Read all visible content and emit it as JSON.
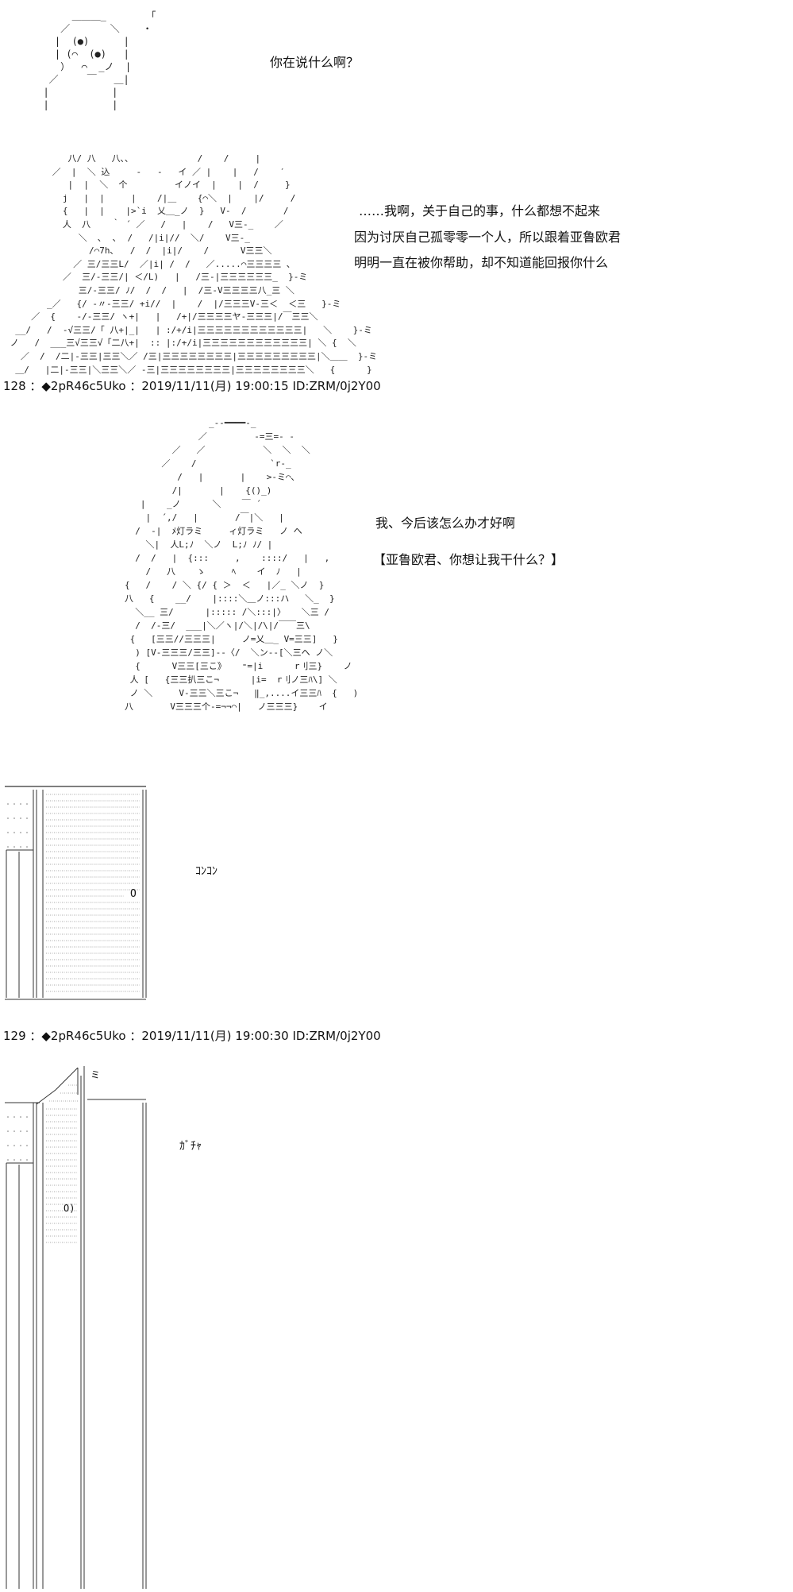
{
  "panel1": {
    "art": "       ＿＿＿_       「\n     ／       ＼    ・\n    |  (●)      |\n    | (⌒  (●)   |\n     ）  ⌒  _ノ  |\n   ／     ￣   ＿|\n  |           |\n  |           |",
    "speech": "你在说什么啊？"
  },
  "panel2": {
    "art": "            八/ 八   八､､             /    /     |\n         ／  |  ＼ 込     -   -   イ ／ |    |   /    ′\n            |  |  ＼  个         イノイ  |    |  /     }\n           j   |  |     |    /|＿    {⌒＼  |    |/     /\n           {   |  |    |>`i  乂＿_ノ  }   V-  /       /\n           人  八    ｀ ´ ／   /   |    /   V三-_    ／\n              ＼  ､  ､  /   /|i|//  ＼/    V三-_\n                /⌒7h､   /  /  |i|/    /      V三三＼\n             ／ 三/三三L/  ／|i| /  /   ／.....⌒三三三三 ､\n           ／  三/-三三/| ＜/L)   |   /三-|三三三三三三_  }-ミ\n              三/-三三/ ﾉ/  /  /   |  /三-V三三三三八_三 ＼\n        _／   {/ -〃-三三/ +i//  |    /  |/三三三V-三＜  ＜三   }-ミ\n     ／  {    -/-三三/ ヽ+|   |   /+|/三三三三ヤ-三三三|/￣三三＼\n  __/   /  -√三三/「 八+|_|   | :/+/i|三三三三三三三三三三三三|   ＼    }-ミ\n ノ   /  ___三√三三√「二八+|  :: |:/+/i|三三三三三三三三三三三三| ＼ {  ＼\n   ／  /  /二|-三三|三三＼／ /三|三三三三三三三三|三三三三三三三三三|＼＿＿  }-ミ\n  ＿/   |二|-三三|＼三三＼／ -三|三三三三三三三三|三三三三三三三三＼   {      }",
    "speech_lines": [
      "……我啊，关于自己的事，什么都想不起来",
      "因为讨厌自己孤零零一个人，所以跟着亚鲁欧君",
      "明明一直在被你帮助，却不知道能回报你什么"
    ]
  },
  "post128": {
    "header": "128 ：◆2pR46c5Uko ：2019/11/11(月) 19:00:15 ID:ZRM/0j2Y00"
  },
  "panel3": {
    "art": "                        _-‐━━━━-_\n                      ／         -=三=- -\n                 ／   ／           ＼  ＼  ＼\n               ／    /              `r‐_\n                  /   |       |    >-ミ⌒､\n                 /|       |    {()_)\n           |    _ノ      ＼    ￣ ´\n            |  ´,/   |       /￣|＼   |\n          /  -|  ﾒ灯ラミ     ィ灯ラミ   ノ ヘ\n            ＼|  人L;ﾉ  ＼ノ  L;ﾉ ﾉ/ |\n          /  /   |  {:::     ,    ::::/   |   ,\n            /   八    ゝ     ﾍ    イ  ﾉ   |\n        {   /    / ＼ {/ { ＞  ＜   |／_ ＼ノ  }\n        八   {    __/    |::::＼＿ノ:::ハ   ＼_  }\n          ＼__ 三/      |::::: /＼:::|〉   ＼三 /\n          /  /-三/  ___|＼／ヽ|/＼|/\\|/￣￣三\\\n         {   [三三//三三三|     ノ=乂＿_ V=三三]   }\n          ) [V-三三三/三三]--〈/  ＼ン--[＼三ヘ ノ＼\n          {      V三三[三こ》   ⁼=|i      r刂三}    ノ\n         人 [   {三三扒三こ¬      |i=  r刂ノ三ﾊ\\] ＼\n         ノ ＼     V-三三＼三こ¬   ‖_,....イ三三ﾊ  {   )\n        八       V三三三个-=¬¬⌒|   ノ三三三}    イ",
    "speech_lines": [
      "我、今后该怎么办才好啊",
      "【亚鲁欧君、你想让我干什么？】"
    ]
  },
  "panel4": {
    "sfx": "ｺﾝｺﾝ",
    "knob": "O"
  },
  "post129": {
    "header": "129 ：◆2pR46c5Uko ：2019/11/11(月) 19:00:30 ID:ZRM/0j2Y00"
  },
  "panel5": {
    "sfx": "ｶﾞﾁｬ",
    "top_mark": "ミ",
    "knob": "O)"
  }
}
